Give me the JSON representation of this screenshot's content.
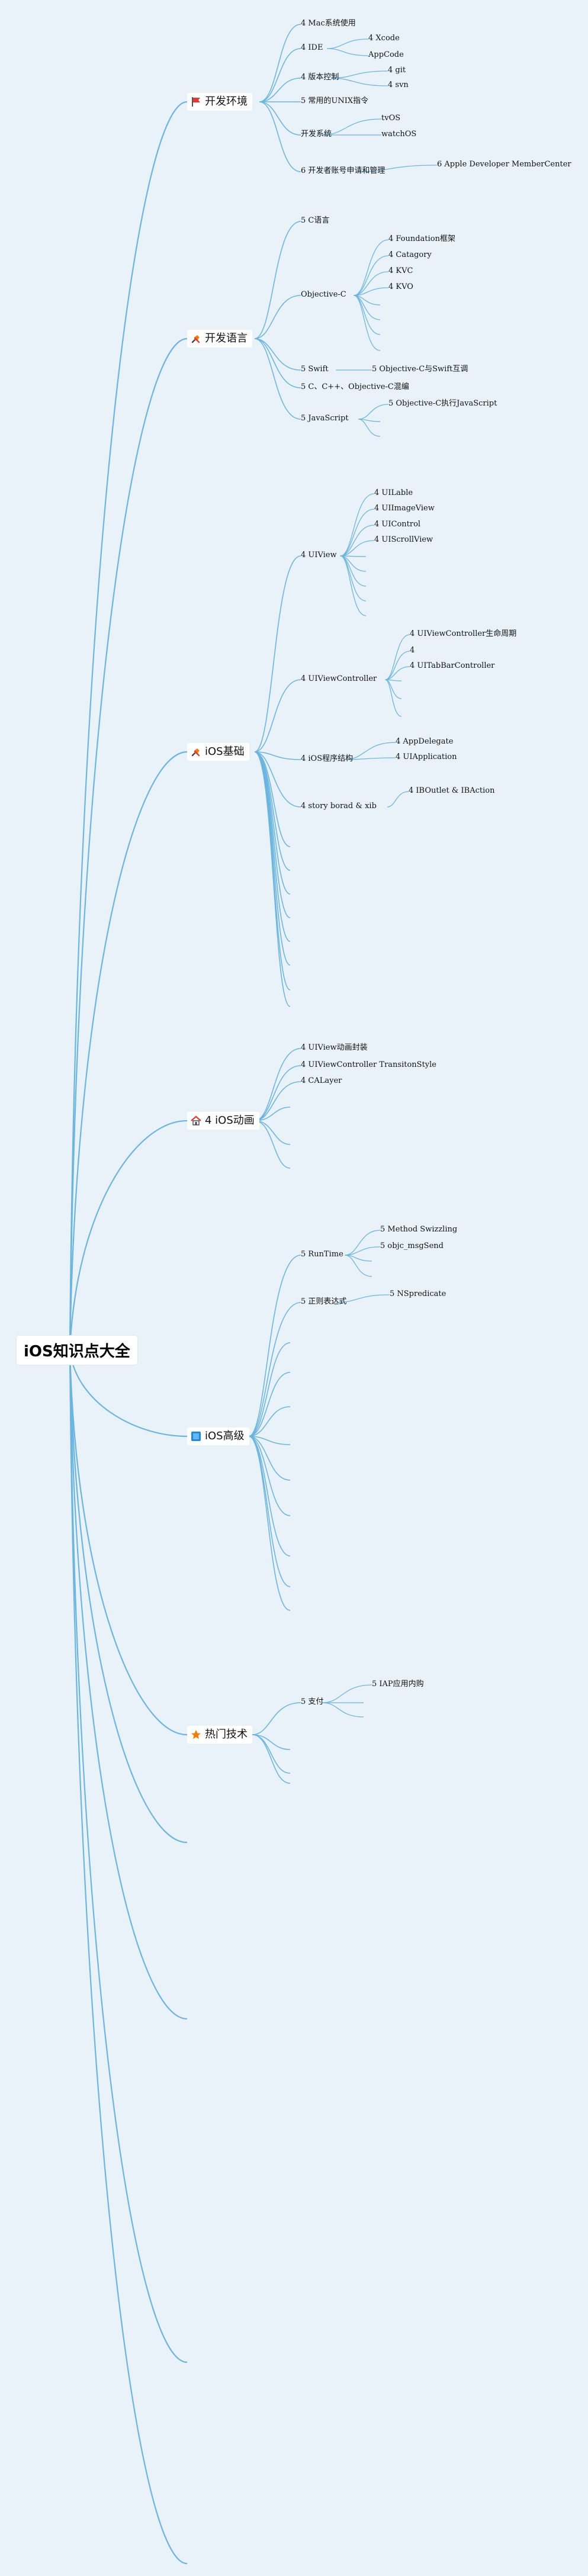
{
  "root": "iOS知识点大全",
  "colors": {
    "line": "#6bb6e0",
    "background": "#eaf2f9",
    "flag": "#e53935",
    "module": "#1e88e5",
    "star": "#f57c00",
    "house": "#e53935"
  },
  "branches": [
    {
      "label": "开发环境",
      "icon": "flag-icon",
      "children": [
        {
          "label": "4 Mac系统使用"
        },
        {
          "label": "4 IDE",
          "children": [
            {
              "label": "4 Xcode"
            },
            {
              "label": "AppCode"
            }
          ]
        },
        {
          "label": "4 版本控制",
          "children": [
            {
              "label": "4 git"
            },
            {
              "label": "4 svn"
            }
          ]
        },
        {
          "label": "5 常用的UNIX指令"
        },
        {
          "label": "开发系统",
          "children": [
            {
              "label": "tvOS"
            },
            {
              "label": "watchOS"
            }
          ]
        },
        {
          "label": "6 开发者账号申请和管理",
          "children": [
            {
              "label": "6 Apple Developer MemberCenter"
            }
          ]
        }
      ]
    },
    {
      "label": "开发语言",
      "icon": "tools-icon",
      "children": [
        {
          "label": "5 C语言"
        },
        {
          "label": "Objective-C",
          "children": [
            {
              "label": "4 Foundation框架"
            },
            {
              "label": "4 Catagory"
            },
            {
              "label": "4 KVC"
            },
            {
              "label": "4 KVO"
            },
            {
              "label": ""
            },
            {
              "label": ""
            },
            {
              "label": ""
            },
            {
              "label": ""
            }
          ]
        },
        {
          "label": "5 Swift",
          "children": [
            {
              "label": "5 Objective-C与Swift互调"
            }
          ]
        },
        {
          "label": "5 C、C++、Objective-C混编"
        },
        {
          "label": "5 JavaScript",
          "children": [
            {
              "label": "5 Objective-C执行JavaScript"
            },
            {
              "label": ""
            },
            {
              "label": ""
            }
          ]
        }
      ]
    },
    {
      "label": "iOS基础",
      "icon": "tools-icon",
      "children": [
        {
          "label": "4 UIView",
          "children": [
            {
              "label": "4 UILable"
            },
            {
              "label": "4 UIImageView"
            },
            {
              "label": "4 UIControl"
            },
            {
              "label": "4 UIScrollView"
            },
            {
              "label": ""
            },
            {
              "label": ""
            },
            {
              "label": ""
            },
            {
              "label": ""
            },
            {
              "label": ""
            }
          ]
        },
        {
          "label": "4 UIViewController",
          "children": [
            {
              "label": "4 UIViewController生命周期"
            },
            {
              "label": "4"
            },
            {
              "label": "4 UITabBarController"
            },
            {
              "label": ""
            },
            {
              "label": ""
            },
            {
              "label": ""
            }
          ]
        },
        {
          "label": "4 iOS程序结构",
          "children": [
            {
              "label": "4 AppDelegate"
            },
            {
              "label": "4 UIApplication"
            }
          ]
        },
        {
          "label": "4 story borad & xib",
          "children": [
            {
              "label": "4 IBOutlet & IBAction"
            }
          ]
        },
        {
          "label": ""
        },
        {
          "label": ""
        },
        {
          "label": ""
        },
        {
          "label": ""
        },
        {
          "label": ""
        },
        {
          "label": ""
        },
        {
          "label": ""
        },
        {
          "label": ""
        }
      ]
    },
    {
      "label": "4 iOS动画",
      "icon": "house-icon",
      "children": [
        {
          "label": "4 UIView动画封装"
        },
        {
          "label": "4 UIViewController TransitonStyle"
        },
        {
          "label": "4 CALayer"
        },
        {
          "label": ""
        },
        {
          "label": ""
        },
        {
          "label": ""
        }
      ]
    },
    {
      "label": "iOS高级",
      "icon": "module-icon",
      "children": [
        {
          "label": "5 RunTime",
          "children": [
            {
              "label": "5 Method Swizzling"
            },
            {
              "label": "5 objc_msgSend"
            },
            {
              "label": ""
            },
            {
              "label": ""
            }
          ]
        },
        {
          "label": "5 正则表达式",
          "children": [
            {
              "label": "5 NSpredicate"
            }
          ]
        },
        {
          "label": ""
        },
        {
          "label": ""
        },
        {
          "label": ""
        },
        {
          "label": ""
        },
        {
          "label": ""
        },
        {
          "label": ""
        },
        {
          "label": ""
        },
        {
          "label": ""
        },
        {
          "label": ""
        }
      ]
    },
    {
      "label": "热门技术",
      "icon": "star-icon",
      "children": [
        {
          "label": "5 支付",
          "children": [
            {
              "label": "5 IAP应用内购"
            },
            {
              "label": ""
            },
            {
              "label": ""
            }
          ]
        },
        {
          "label": ""
        },
        {
          "label": ""
        },
        {
          "label": ""
        }
      ]
    },
    {
      "label": ""
    },
    {
      "label": ""
    },
    {
      "label": ""
    },
    {
      "label": ""
    }
  ]
}
